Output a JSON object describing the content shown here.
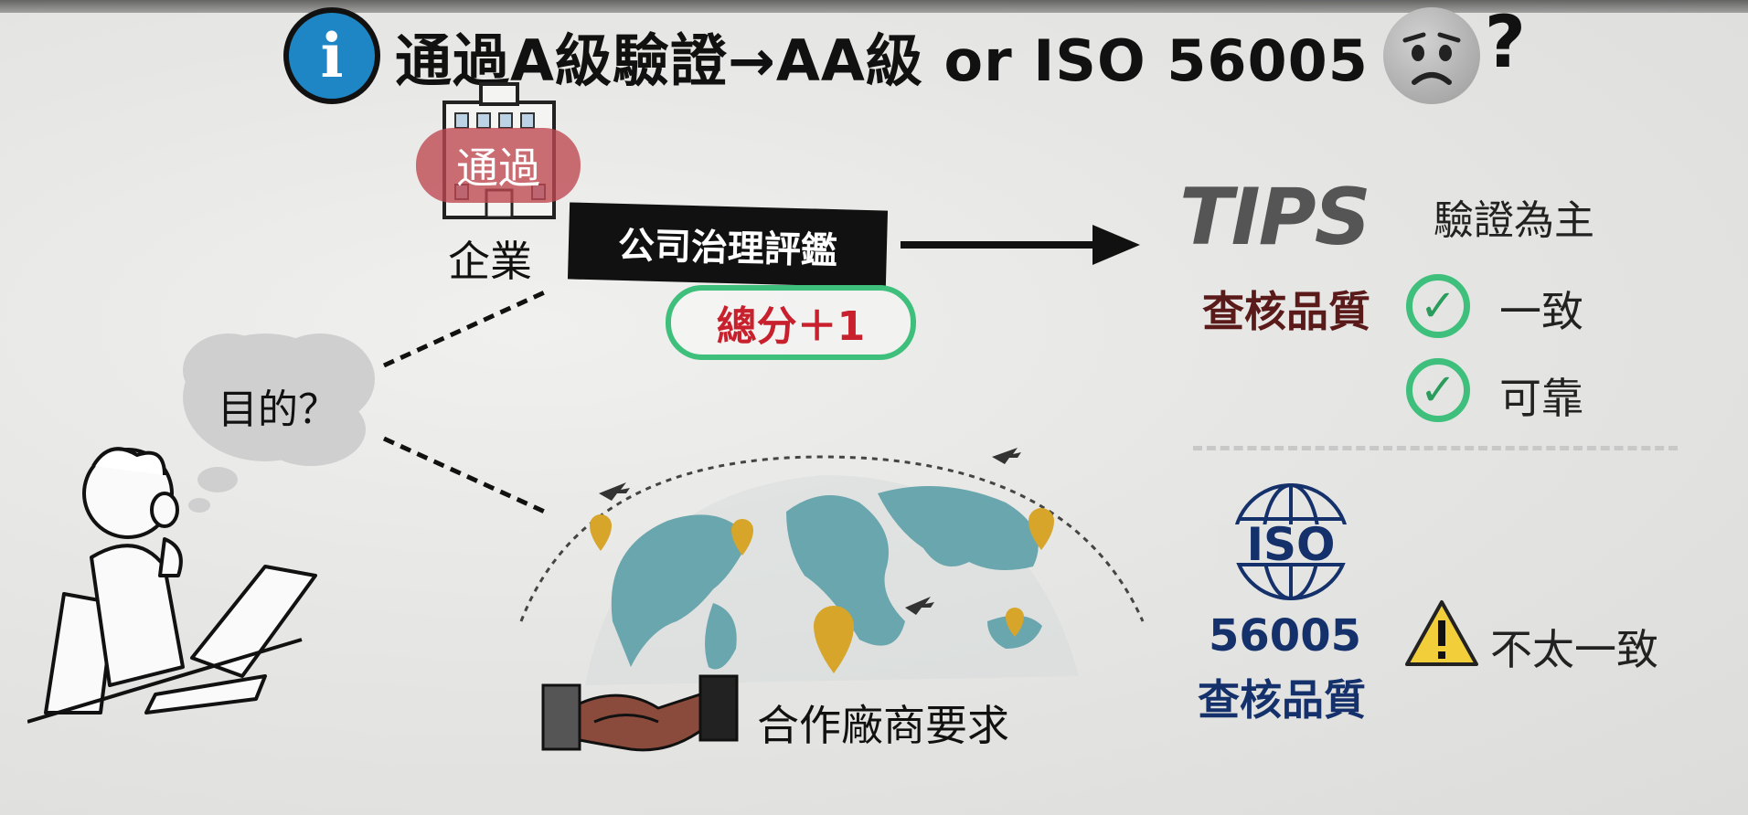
{
  "title": {
    "text": "通過A級驗證→AA級 or ISO 56005",
    "question_mark": "?",
    "info_letter": "i"
  },
  "left_group": {
    "badge_text": "通過",
    "enterprise_label": "企業",
    "governance_label": "公司治理評鑑",
    "score_label": "總分＋1",
    "thought_text": "目的？",
    "partner_label": "合作廠商要求"
  },
  "right_group": {
    "tips_logo": "TIPS",
    "tips_label": "驗證為主",
    "audit_quality_label": "查核品質",
    "results": [
      {
        "label": "一致",
        "status": "check"
      },
      {
        "label": "可靠",
        "status": "check"
      }
    ],
    "iso_logo": "ISO",
    "iso_number": "56005",
    "iso_quality_label": "查核品質",
    "warning_label": "不太一致"
  },
  "icons": {
    "info": "info-icon",
    "worried_face": "worried-face-icon",
    "building": "building-icon",
    "arrow": "arrow-right-icon",
    "check": "check-circle-icon",
    "warning": "warning-triangle-icon",
    "globe": "world-map-icon",
    "handshake": "handshake-icon",
    "person": "thinking-person-icon",
    "plane": "airplane-icon",
    "pin": "location-pin-icon"
  },
  "colors": {
    "info_blue": "#1e86c4",
    "badge_red": "#be4650",
    "score_red": "#c8202c",
    "check_green": "#3ec07c",
    "iso_navy": "#15316b",
    "warning_yellow": "#f2cf3a",
    "map_teal": "#6aa6ad",
    "pin_gold": "#d6a52a"
  }
}
